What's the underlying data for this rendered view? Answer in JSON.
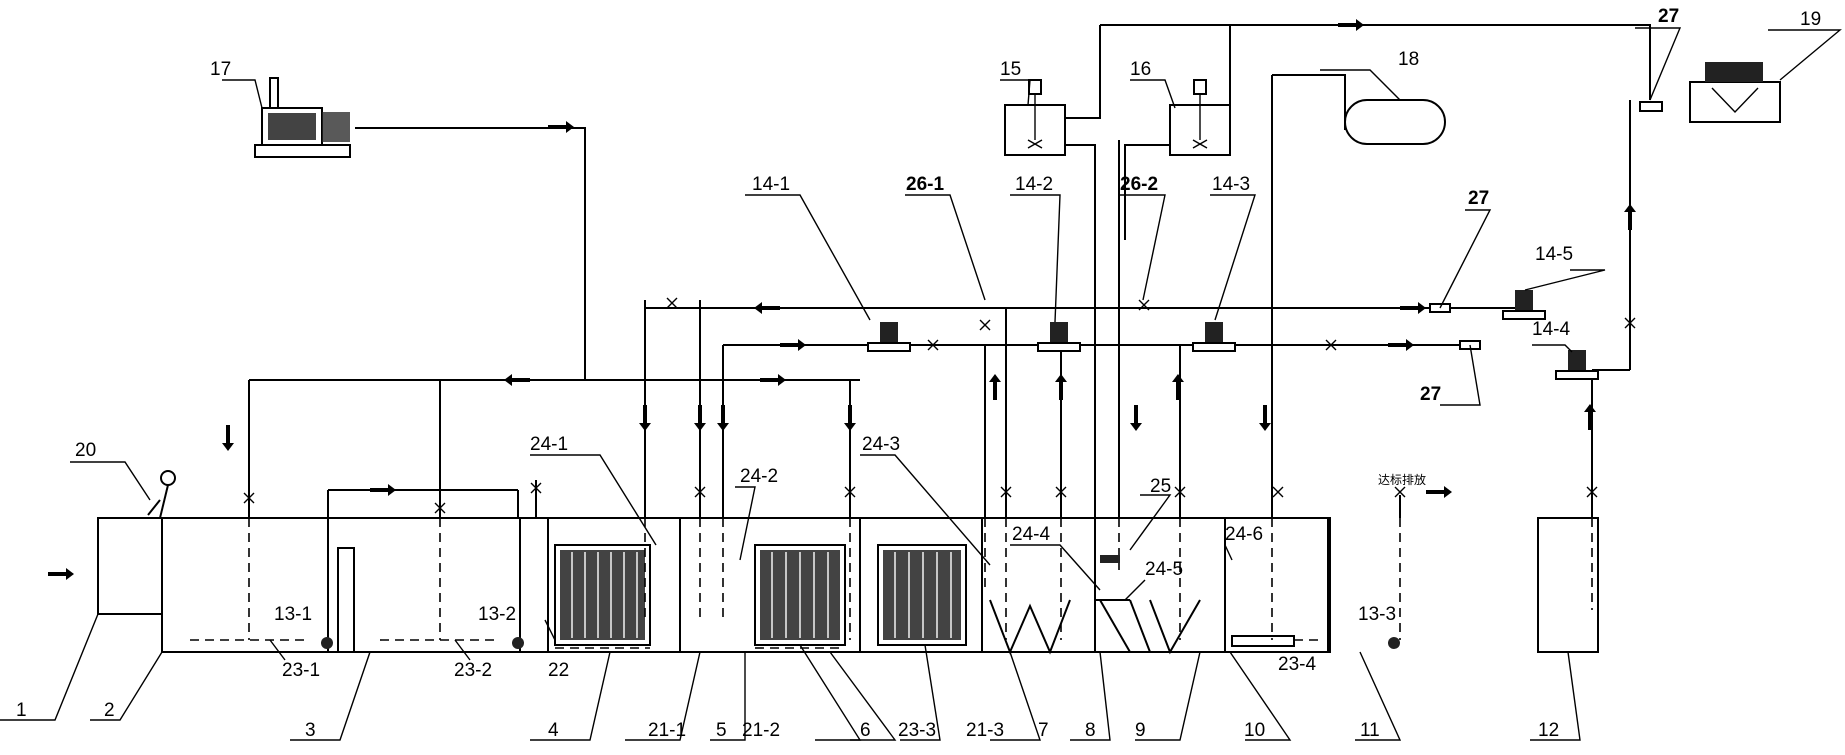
{
  "diagram": {
    "labels": {
      "l1": "1",
      "l2": "2",
      "l3": "3",
      "l4": "4",
      "l5": "5",
      "l6": "6",
      "l7": "7",
      "l8": "8",
      "l9": "9",
      "l10": "10",
      "l11": "11",
      "l12": "12",
      "l13_1": "13-1",
      "l13_2": "13-2",
      "l13_3": "13-3",
      "l14_1": "14-1",
      "l14_2": "14-2",
      "l14_3": "14-3",
      "l14_4": "14-4",
      "l14_5": "14-5",
      "l15": "15",
      "l16": "16",
      "l17": "17",
      "l18": "18",
      "l19": "19",
      "l20": "20",
      "l21_1": "21-1",
      "l21_2": "21-2",
      "l21_3": "21-3",
      "l22": "22",
      "l23_1": "23-1",
      "l23_2": "23-2",
      "l23_3": "23-3",
      "l23_4": "23-4",
      "l24_1": "24-1",
      "l24_2": "24-2",
      "l24_3": "24-3",
      "l24_4": "24-4",
      "l24_5": "24-5",
      "l24_6": "24-6",
      "l25": "25",
      "l26_1": "26-1",
      "l26_2": "26-2",
      "l27a": "27",
      "l27b": "27",
      "l27c": "27",
      "discharge": "达标排放"
    }
  }
}
